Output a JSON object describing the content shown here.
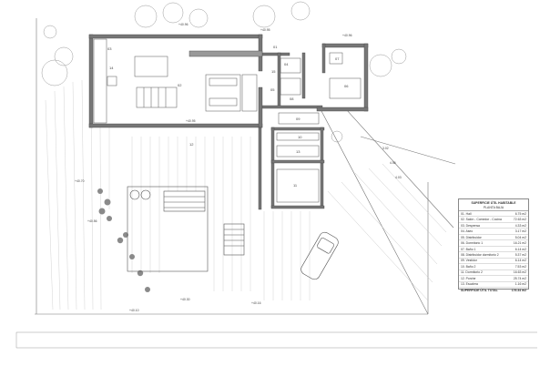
{
  "rooms": {
    "r01": "01",
    "r02": "02",
    "r03": "03",
    "r04": "04",
    "r05": "05",
    "r06": "06",
    "r07": "07",
    "r08": "08",
    "r09": "09",
    "r10": "10",
    "r11": "11",
    "r12": "12",
    "r13": "13",
    "r14": "14",
    "r15": "15"
  },
  "levels": {
    "l1": "+40.96",
    "l2": "+40.95",
    "l3": "+40.95",
    "l4": "+40.96",
    "l5": "+40.70",
    "l6": "+40.56",
    "l7": "+40.30",
    "l8": "+40.16",
    "l9": "+40.10"
  },
  "dimensions": {
    "d1": "3.02",
    "d2": "4.56",
    "d3": "4.03"
  },
  "legend": {
    "title": "SUPERFICIE ÚTIL HABITABLE",
    "subtitle": "PLANTA BAJA",
    "rows": [
      {
        "label": "01. Hall",
        "value": "6.75 m2"
      },
      {
        "label": "02. Salón - Comedor - Cocina",
        "value": "72.63 m2"
      },
      {
        "label": "03. Despensa",
        "value": "4.33 m2"
      },
      {
        "label": "04. Aseo",
        "value": "3.17 m2"
      },
      {
        "label": "05. Distribuidor",
        "value": "5.04 m2"
      },
      {
        "label": "06. Dormitorio 1",
        "value": "16.21 m2"
      },
      {
        "label": "07. Baño 1",
        "value": "6.14 m2"
      },
      {
        "label": "08. Distribuidor dormitorio 2",
        "value": "5.37 m2"
      },
      {
        "label": "09. Vestidor",
        "value": "6.14 m2"
      },
      {
        "label": "10. Baño 2",
        "value": "7.53 m2"
      },
      {
        "label": "11. Dormitorio 2",
        "value": "16.63 m2"
      },
      {
        "label": "12. Porche",
        "value": "25.74 m2"
      },
      {
        "label": "13. Escalera",
        "value": "1.16 m2"
      }
    ],
    "total_label": "SUPERFICIE ÚTIL TOTAL",
    "total_value": "176.34 m2"
  }
}
